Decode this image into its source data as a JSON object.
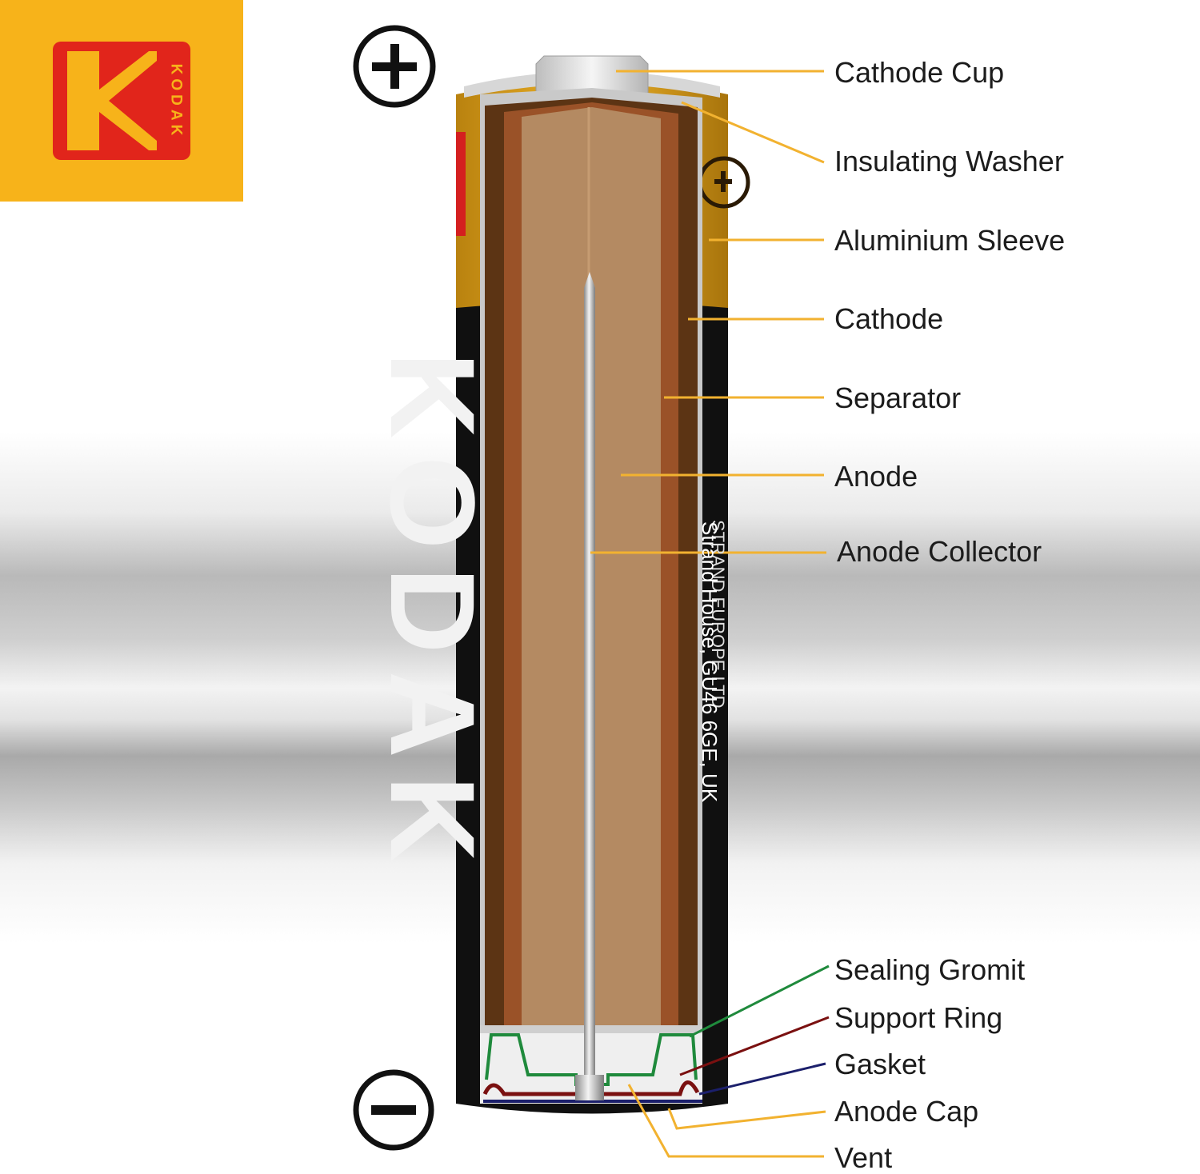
{
  "logo": {
    "brand": "KODAK"
  },
  "terminals": {
    "positive": "+",
    "negative": "−"
  },
  "battery_text": {
    "brand": "KODAK",
    "maker": "STRAND EUROPE LTD",
    "address": "Strand House, GU46 6GE, UK"
  },
  "labels": [
    "Cathode Cup",
    "Insulating Washer",
    "Aluminium Sleeve",
    "Cathode",
    "Separator",
    "Anode",
    "Anode Collector",
    "Sealing Gromit",
    "Support Ring",
    "Gasket",
    "Anode Cap",
    "Vent"
  ],
  "colors": {
    "logo_yellow": "#f7b31a",
    "logo_red": "#e1251b",
    "leader_yellow": "#f2b230",
    "sealing_green": "#1f8a3c",
    "support_red": "#7a1010",
    "gasket_navy": "#1b1f6b",
    "cathode_brown": "#5c3414",
    "separator_brown": "#9a5228",
    "anode_tan": "#b48a62"
  }
}
